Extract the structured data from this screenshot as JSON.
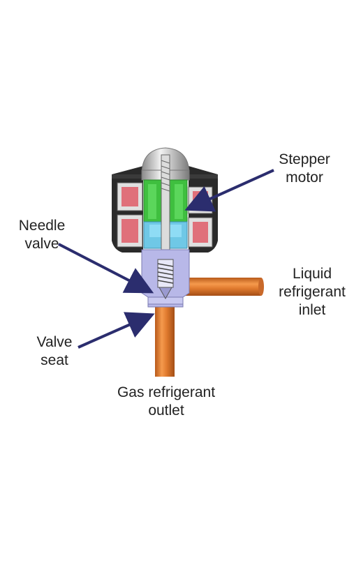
{
  "colors": {
    "arrow": "#2b2d6e",
    "pipe": "#e07a2e",
    "coil": "#e0707a",
    "green": "#3fbf3f",
    "blue": "#6fc8e6",
    "lavender": "#b8b8e8",
    "housing": "#2a2a2a"
  },
  "labels": {
    "stepper_motor": [
      "Stepper",
      "motor"
    ],
    "needle_valve": [
      "Needle",
      "valve"
    ],
    "liquid_inlet": [
      "Liquid",
      "refrigerant",
      "inlet"
    ],
    "valve_seat": [
      "Valve",
      "seat"
    ],
    "gas_outlet": [
      "Gas refrigerant",
      "outlet"
    ]
  }
}
